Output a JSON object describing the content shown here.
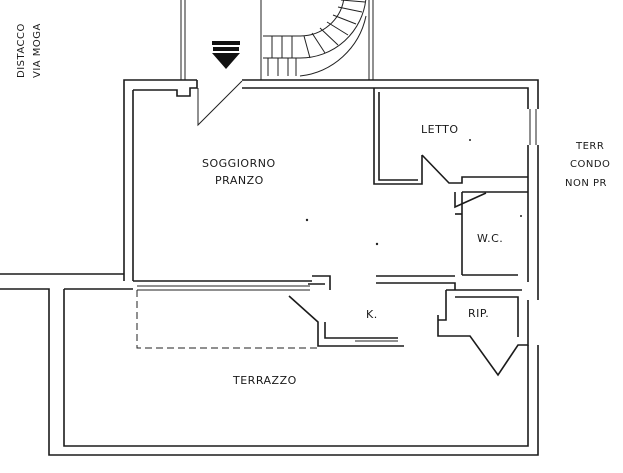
{
  "labels": {
    "left_note_line1": "DISTACCO",
    "left_note_line2": "VIA MOGA",
    "right_note_line1": "TERR",
    "right_note_line2": "CONDO",
    "right_note_line3": "NON PR",
    "soggiorno": "SOGGIORNO",
    "pranzo": "PRANZO",
    "letto": "LETTO",
    "wc": "W.C.",
    "cucina": "K.",
    "ripostiglio": "RIP.",
    "terrazzo": "TERRAZZO"
  }
}
